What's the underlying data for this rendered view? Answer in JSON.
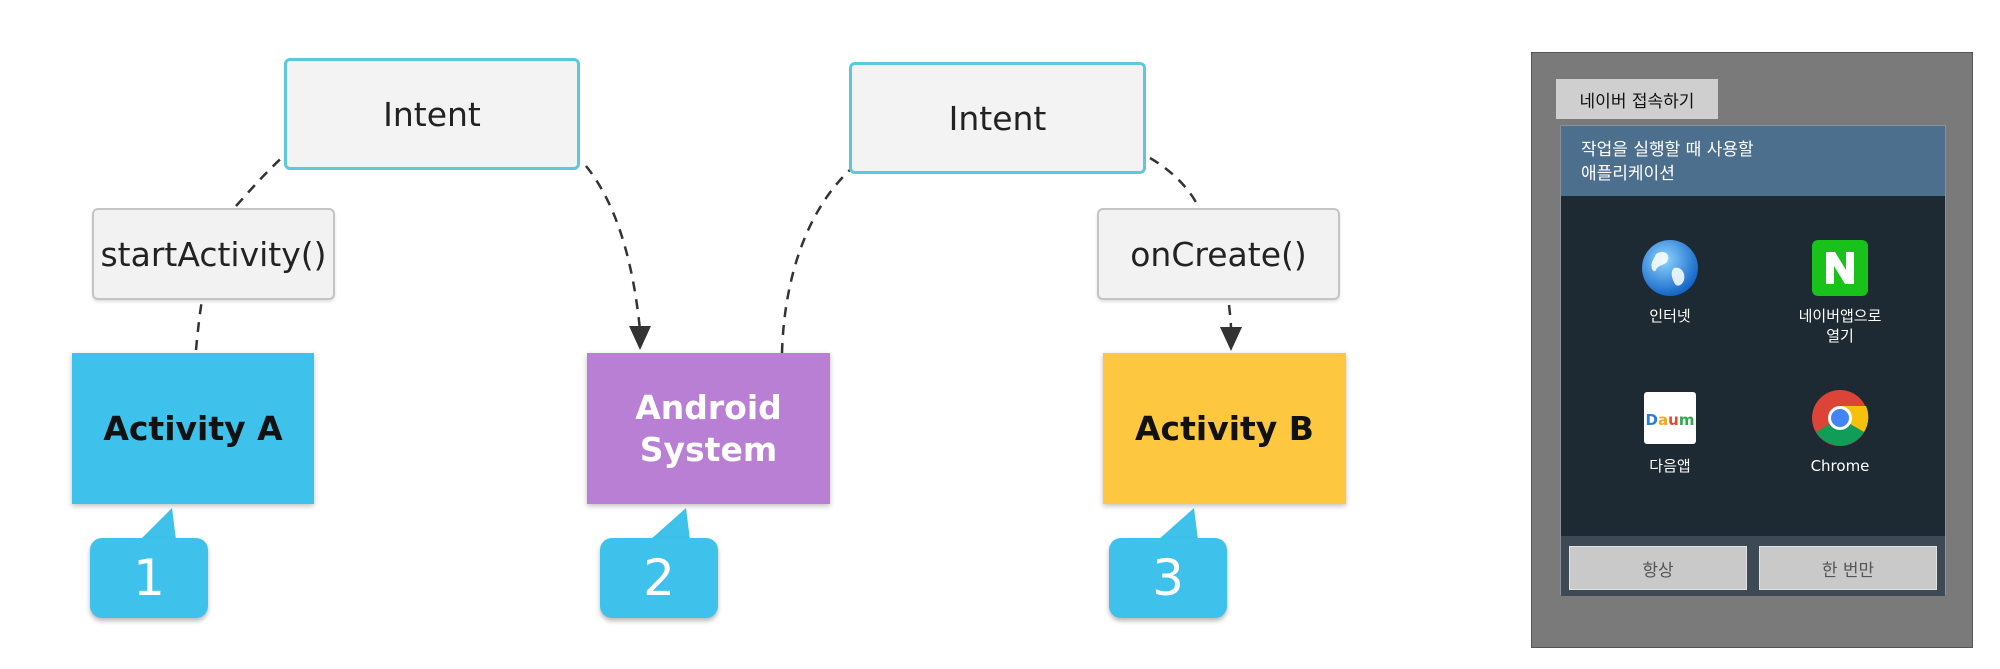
{
  "diagram": {
    "intent_left": "Intent",
    "intent_right": "Intent",
    "start_activity": "startActivity()",
    "on_create": "onCreate()",
    "activity_a": "Activity A",
    "android_system_line1": "Android",
    "android_system_line2": "System",
    "activity_b": "Activity B",
    "steps": [
      "1",
      "2",
      "3"
    ],
    "colors": {
      "activity_a": "#3ec1ea",
      "android_system": "#b97fd4",
      "activity_b": "#fdc73f",
      "callout": "#3ec1ea",
      "intent_border": "#5cc8e0"
    }
  },
  "phone": {
    "browser_tab": "네이버 접속하기",
    "dialog": {
      "title_line1": "작업을 실행할 때 사용할",
      "title_line2": "애플리케이션",
      "apps": [
        {
          "label": "인터넷",
          "icon": "globe-icon"
        },
        {
          "label_line1": "네이버앱으로",
          "label_line2": "열기",
          "icon": "naver-icon"
        },
        {
          "label": "다음앱",
          "icon": "daum-icon"
        },
        {
          "label": "Chrome",
          "icon": "chrome-icon"
        }
      ],
      "buttons": {
        "always": "항상",
        "just_once": "한 번만"
      }
    }
  }
}
